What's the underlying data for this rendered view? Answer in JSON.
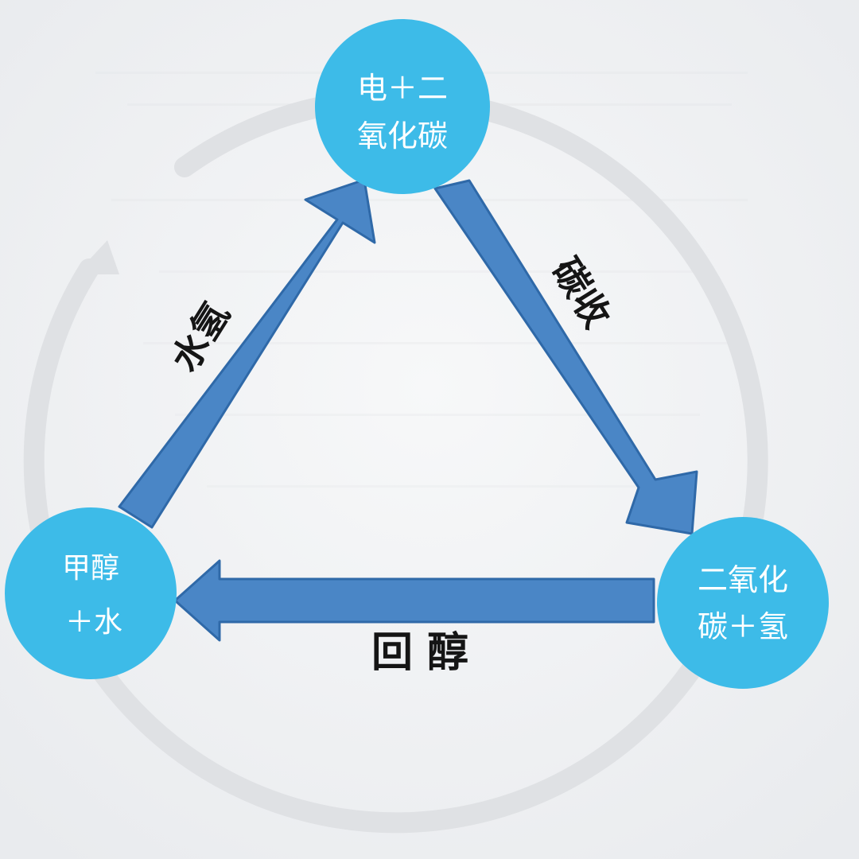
{
  "diagram": {
    "colors": {
      "background": "#f1f2f4",
      "ring": "#dfe1e4",
      "node_fill": "#3dbbe8",
      "arrow_fill": "#4a86c6",
      "arrow_stroke": "#2f69a8",
      "node_text": "#ffffff",
      "label_text": "#151515"
    },
    "nodes": {
      "top": {
        "line1": "电＋二",
        "line2": "氧化碳"
      },
      "right": {
        "line1": "二氧化",
        "line2": "碳＋氢"
      },
      "left": {
        "line1": "甲醇",
        "line2": "＋水"
      }
    },
    "edges": {
      "top_to_right": {
        "label": "碳收"
      },
      "right_to_left": {
        "label": "回 醇"
      },
      "left_to_top": {
        "label": "水氢"
      }
    }
  }
}
